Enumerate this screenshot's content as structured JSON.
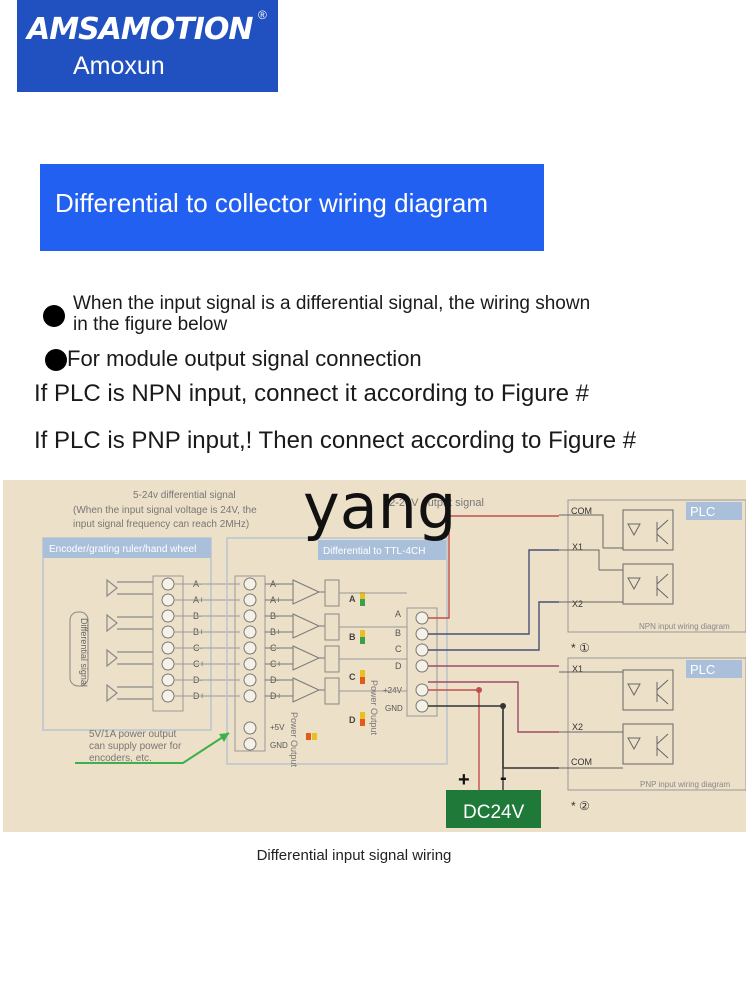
{
  "logo": {
    "brand": "AMSAMOTION",
    "registered": "®",
    "sub": "Amoxun"
  },
  "banner": {
    "title": "Differential to collector wiring diagram"
  },
  "bullets": [
    {
      "line1": "When the input signal is a differential signal, the wiring shown",
      "line2": "in the figure below"
    },
    {
      "line1": "For module output signal connection"
    }
  ],
  "plc_lines": [
    "If PLC is NPN input, connect it according to Figure #",
    "If PLC is PNP input,! Then connect according to Figure #"
  ],
  "watermark": "yang",
  "diagram": {
    "signal_note": [
      "5-24v differential signal",
      "(When the input signal voltage is 24V, the",
      "input signal frequency can reach 2MHz)"
    ],
    "output_note": "12-24V output signal",
    "encoder": {
      "title": "Encoder/grating ruler/hand wheel",
      "side_label": "Differential signal"
    },
    "encoder_pins": [
      "A-",
      "A+",
      "B-",
      "B+",
      "C-",
      "C+",
      "D-",
      "D+"
    ],
    "module": {
      "title": "Differential to TTL-4CH",
      "power_label": "Power Output",
      "power_output_label": "Power Output"
    },
    "module_in_pins": [
      "A-",
      "A+",
      "B-",
      "B+",
      "C-",
      "C+",
      "D-",
      "D+",
      "+5V",
      "GND"
    ],
    "module_out_pins": [
      "A",
      "B",
      "C",
      "D",
      "+24V",
      "GND"
    ],
    "channel_leds": [
      "A",
      "B",
      "C",
      "D"
    ],
    "power_note": [
      "5V/1A power output",
      "can supply power for",
      "encoders, etc."
    ],
    "plc_label": "PLC",
    "npn": {
      "pins": [
        "COM",
        "X1",
        "X2"
      ],
      "caption": "NPN input wiring diagram",
      "fig": "* ①"
    },
    "pnp": {
      "pins": [
        "X1",
        "X2",
        "COM"
      ],
      "caption": "PNP input wiring diagram",
      "fig": "* ②"
    },
    "supply": {
      "label": "DC24V",
      "plus": "+",
      "minus": "-"
    }
  },
  "caption": "Differential input signal wiring"
}
